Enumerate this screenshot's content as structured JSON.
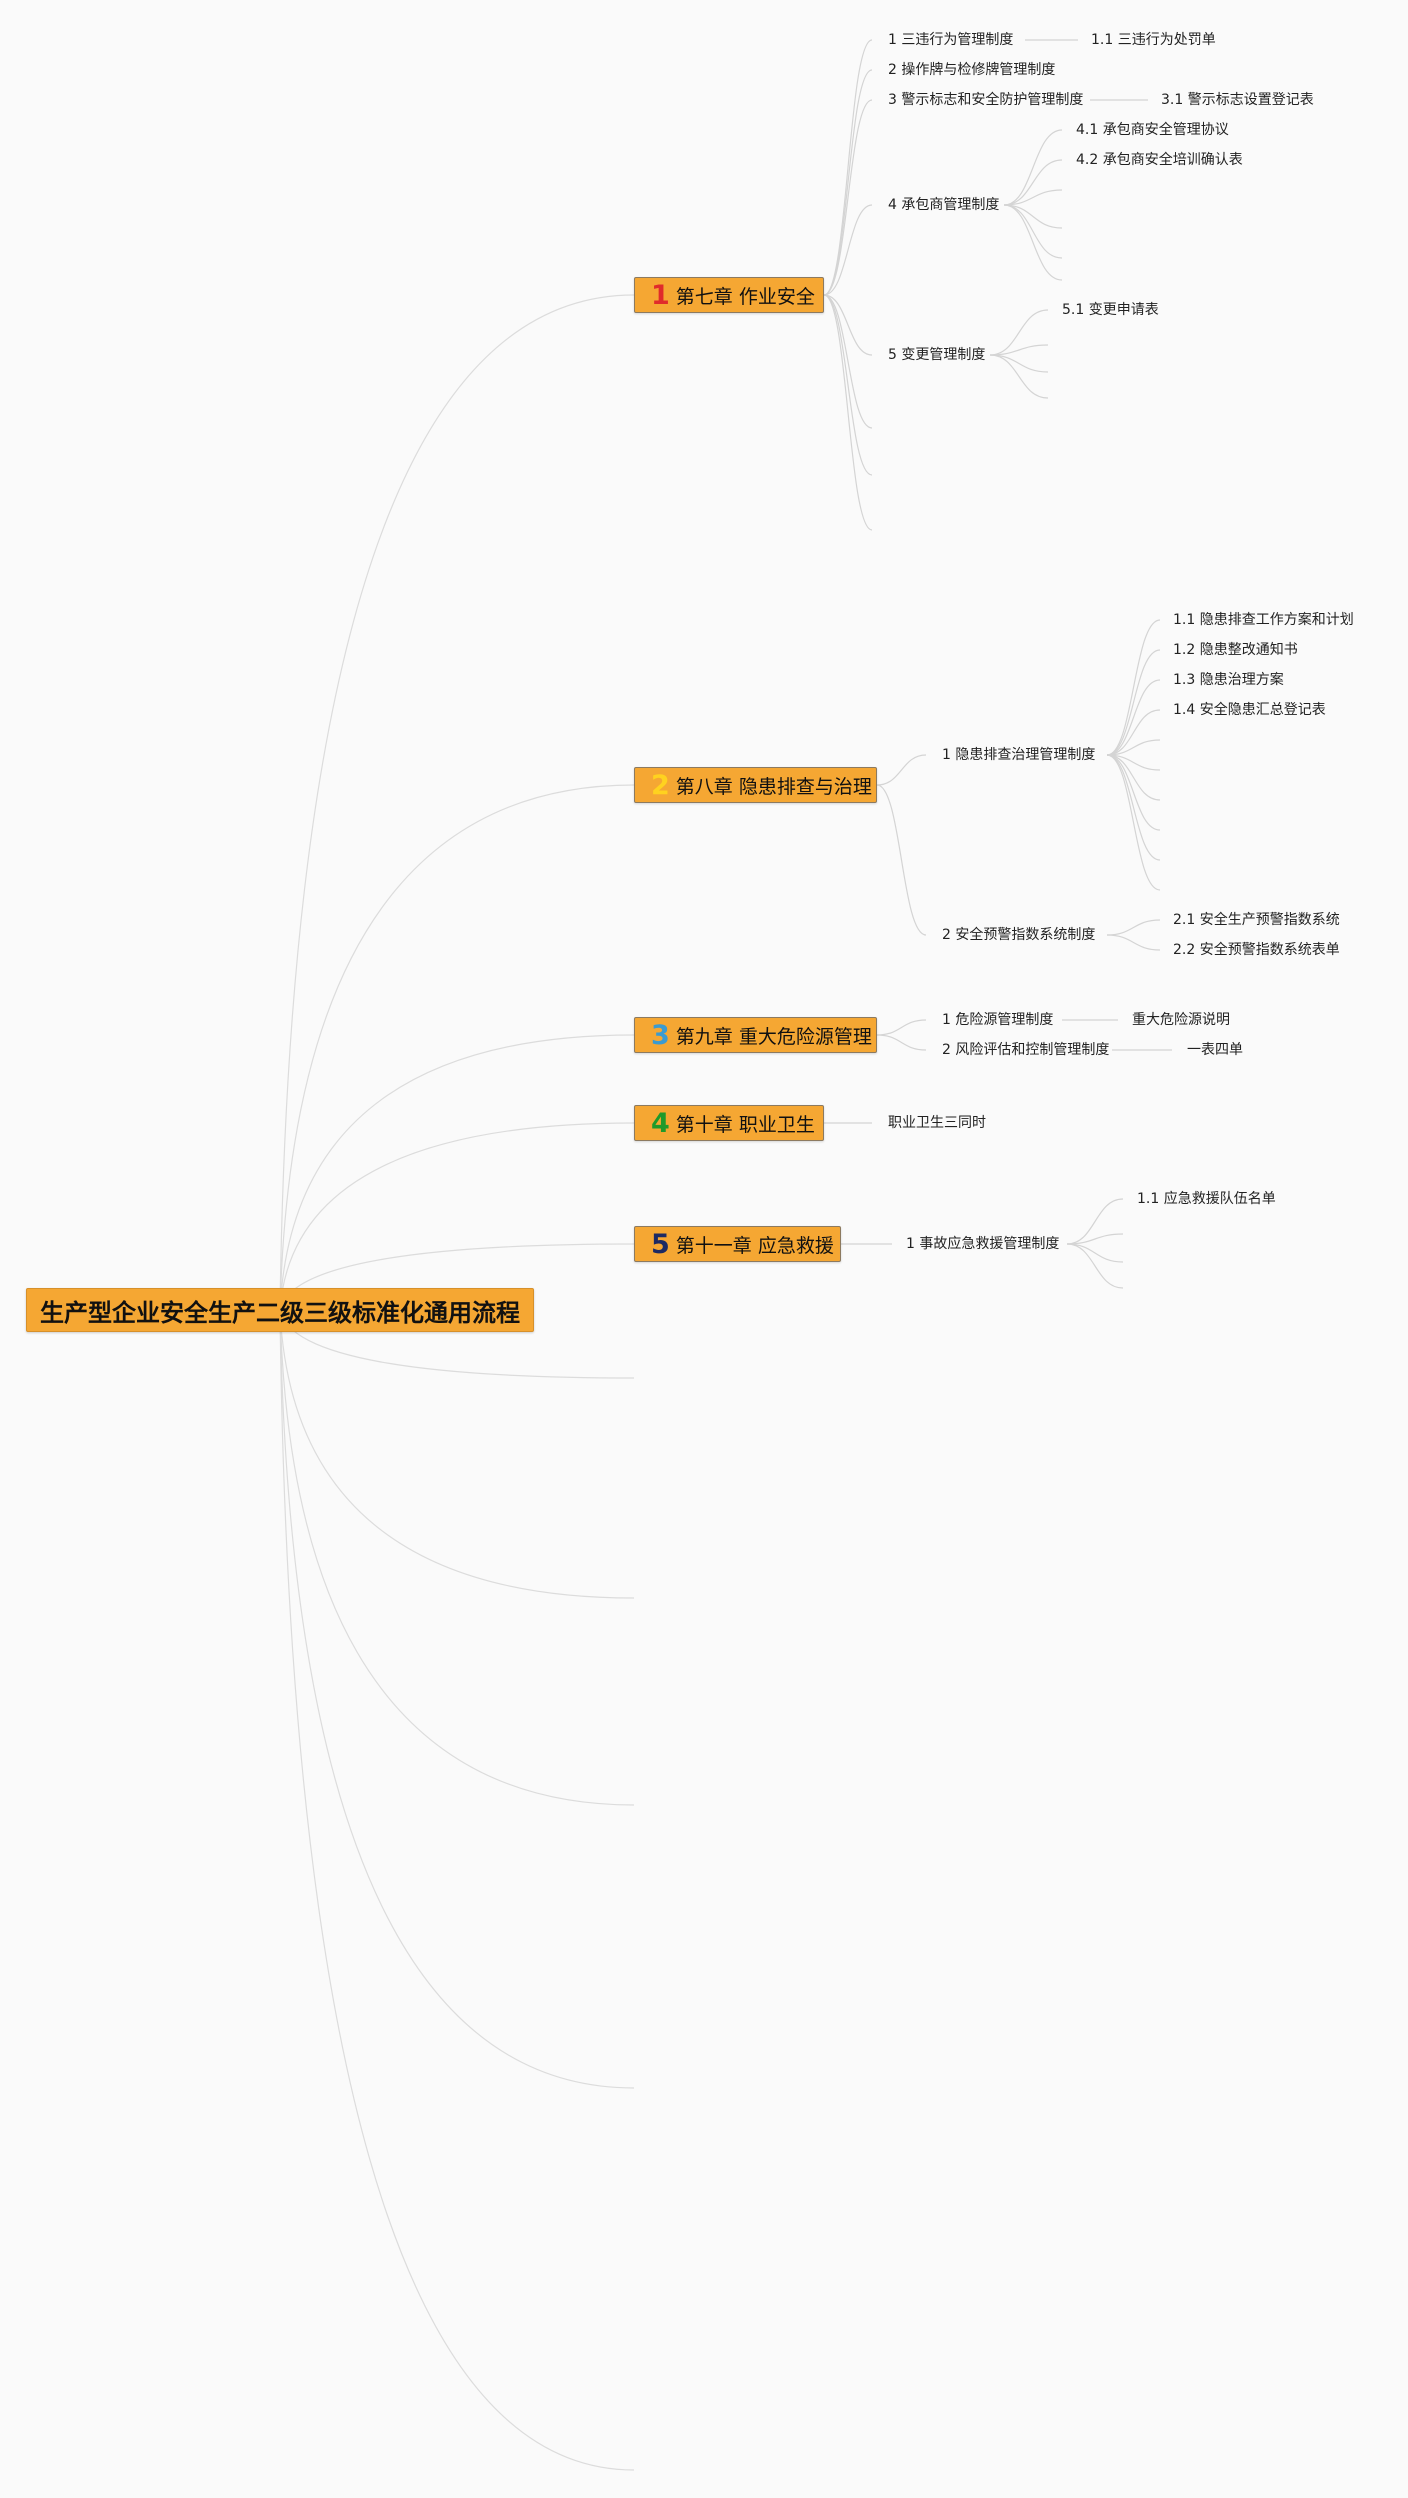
{
  "root": {
    "label": "生产型企业安全生产二级三级标准化通用流程"
  },
  "chapters": [
    {
      "num": "1",
      "num_color": "#e02b2b",
      "label": "第七章 作业安全"
    },
    {
      "num": "2",
      "num_color": "#ffd21f",
      "label": "第八章 隐患排查与治理"
    },
    {
      "num": "3",
      "num_color": "#3b9bd1",
      "label": "第九章 重大危险源管理"
    },
    {
      "num": "4",
      "num_color": "#1f9a2a",
      "label": "第十章 职业卫生"
    },
    {
      "num": "5",
      "num_color": "#1c2a63",
      "label": "第十一章 应急救援"
    }
  ],
  "nodes": {
    "c1_s1": "1 三违行为管理制度",
    "c1_s1_1": "1.1 三违行为处罚单",
    "c1_s2": "2 操作牌与检修牌管理制度",
    "c1_s3": "3 警示标志和安全防护管理制度",
    "c1_s3_1": "3.1 警示标志设置登记表",
    "c1_s4": "4 承包商管理制度",
    "c1_s4_1": "4.1 承包商安全管理协议",
    "c1_s4_2": "4.2 承包商安全培训确认表",
    "c1_s5": "5 变更管理制度",
    "c1_s5_1": "5.1 变更申请表",
    "c2_s1": "1 隐患排查治理管理制度",
    "c2_s1_1": "1.1 隐患排查工作方案和计划",
    "c2_s1_2": "1.2 隐患整改通知书",
    "c2_s1_3": "1.3 隐患治理方案",
    "c2_s1_4": "1.4 安全隐患汇总登记表",
    "c2_s2": "2 安全预警指数系统制度",
    "c2_s2_1": "2.1 安全生产预警指数系统",
    "c2_s2_2": "2.2 安全预警指数系统表单",
    "c3_s1": "1 危险源管理制度",
    "c3_s1_1": "重大危险源说明",
    "c3_s2": "2 风险评估和控制管理制度",
    "c3_s2_1": "一表四单",
    "c4_s1": "职业卫生三同时",
    "c5_s1": "1 事故应急救援管理制度",
    "c5_s1_1": "1.1 应急救援队伍名单"
  }
}
